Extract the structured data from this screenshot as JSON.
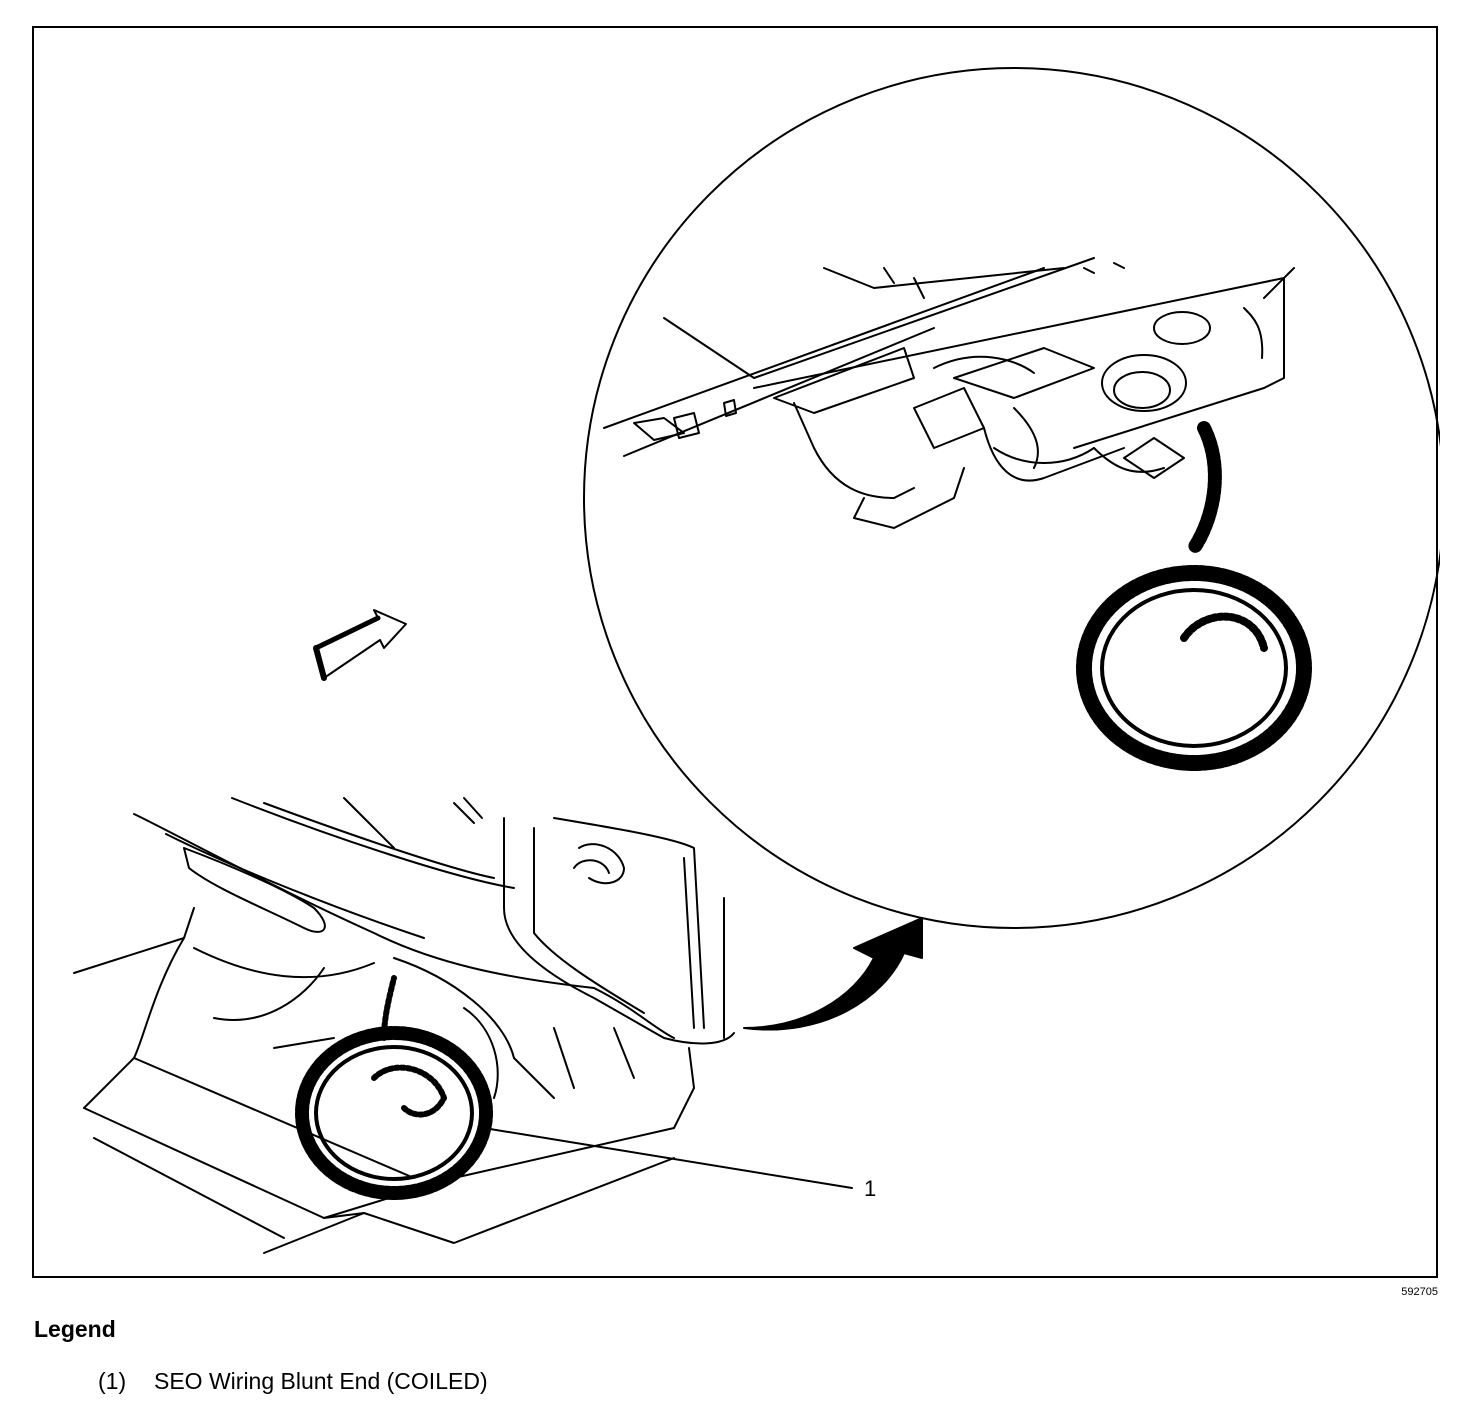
{
  "figure": {
    "id": "592705",
    "callouts": [
      {
        "number": "1",
        "description": "SEO Wiring Blunt End (COILED)"
      }
    ]
  },
  "legend": {
    "title": "Legend",
    "items": [
      {
        "number": "(1)",
        "label": "SEO Wiring Blunt End (COILED)"
      }
    ]
  },
  "icons": [
    "view-direction-arrow-icon",
    "detail-zoom-arrow-icon"
  ],
  "colors": {
    "line": "#000000",
    "background": "#ffffff"
  }
}
